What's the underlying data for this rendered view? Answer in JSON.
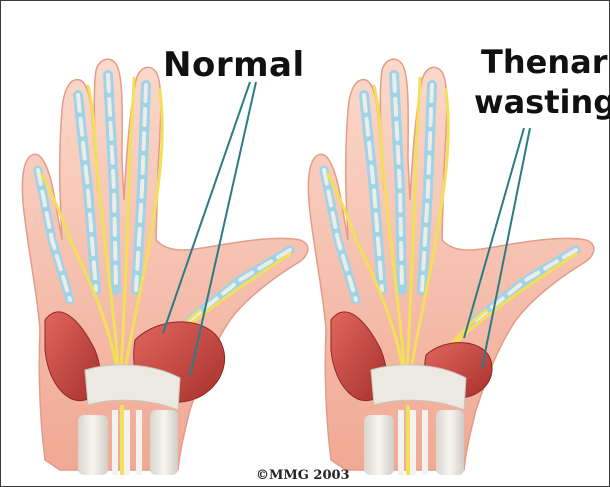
{
  "labels": {
    "normal": "Normal",
    "thenar_line1": "Thenar",
    "thenar_line2": "wasting",
    "copyright": "©MMG 2003"
  },
  "colors": {
    "skin": "#f4b8a6",
    "skin_light": "#f9d3c4",
    "bone": "#e9e7e0",
    "tendon": "#9fd3e8",
    "nerve": "#f2e05a",
    "muscle": "#c8423c",
    "ligament": "#ece9e3",
    "pointer": "#2a7c86"
  }
}
